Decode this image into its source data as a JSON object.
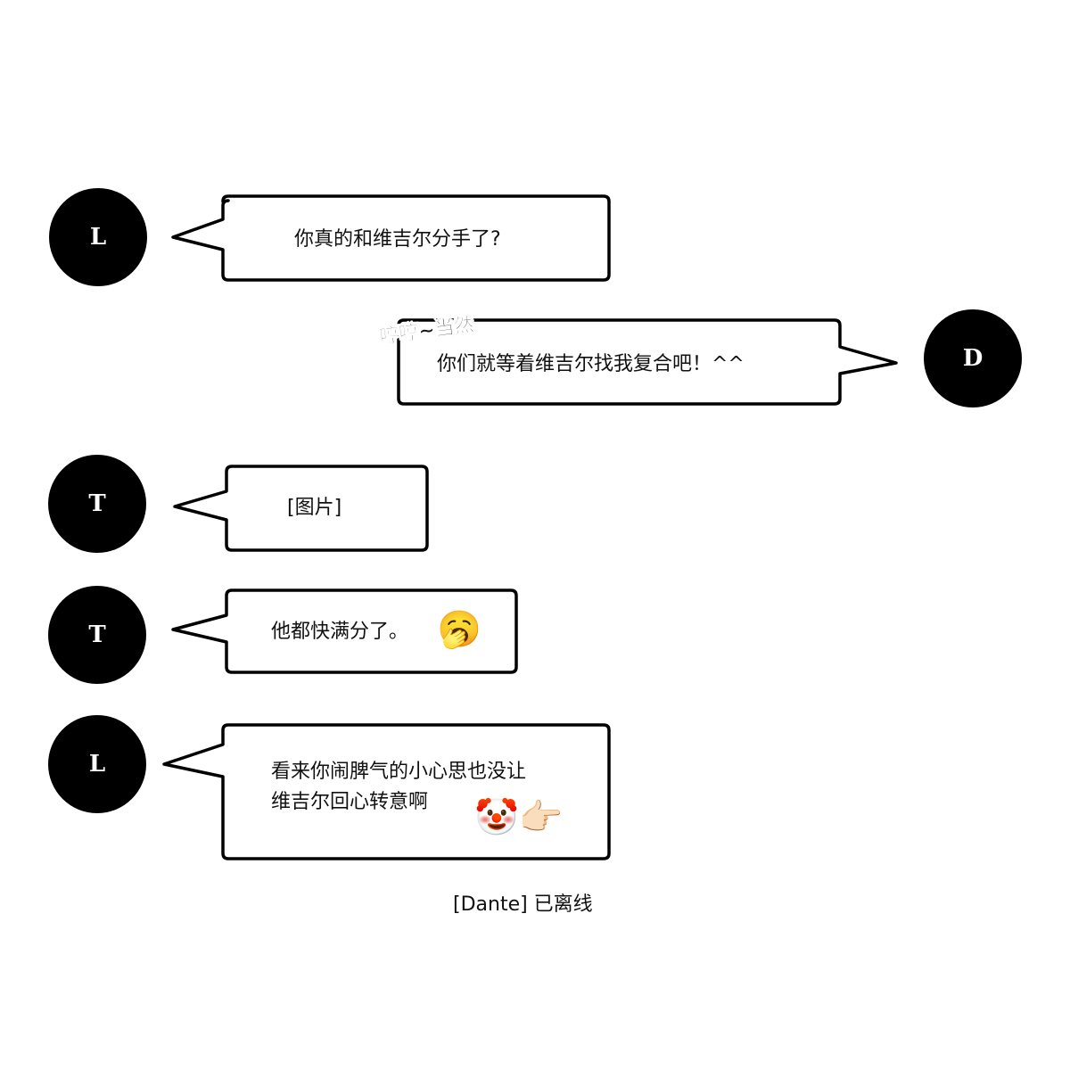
{
  "messages": [
    {
      "avatar": "L",
      "text": "你真的和维吉尔分手了?"
    },
    {
      "avatar": "D",
      "sticker": "哼哼~当然",
      "text": "你们就等着维吉尔找我复合吧！^^"
    },
    {
      "avatar": "T",
      "text": "[图片]"
    },
    {
      "avatar": "T",
      "text": "他都快满分了。",
      "emoji": "🥱",
      "emoji_name": "yawning-face-icon"
    },
    {
      "avatar": "L",
      "text_lines": [
        "看来你闹脾气的小心思也没让",
        "维吉尔回心转意啊"
      ],
      "emoji": "🤡👉🏻",
      "emoji_name": "clown-pointing-icon"
    }
  ],
  "status": "[Dante] 已离线",
  "colors": {
    "avatar_bg": "#000000",
    "bubble_border": "#000000",
    "bubble_fill": "#ffffff"
  }
}
